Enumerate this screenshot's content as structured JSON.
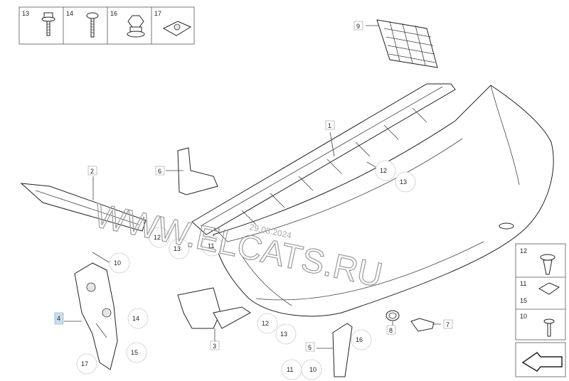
{
  "callouts": {
    "c1": "1",
    "c2": "2",
    "c3": "3",
    "c4": "4",
    "c5": "5",
    "c6": "6",
    "c7": "7",
    "c8": "8",
    "c9": "9",
    "c10a": "10",
    "c10b": "10",
    "c10c": "10",
    "c11a": "11",
    "c11b": "11",
    "c11c": "11",
    "c12a": "12",
    "c12b": "12",
    "c12c": "12",
    "c12d": "12",
    "c13a": "13",
    "c13b": "13",
    "c13c": "13",
    "c13d": "13",
    "c14a": "14",
    "c14b": "14",
    "c15a": "15",
    "c15b": "15",
    "c16a": "16",
    "c16b": "16",
    "c17a": "17",
    "c17b": "17"
  },
  "fastener_header": {
    "items": [
      "13",
      "14",
      "16",
      "17"
    ]
  },
  "fastener_legend": {
    "items": [
      "12",
      "11",
      "15",
      "10"
    ]
  },
  "watermark": {
    "site": "WWW.ELCATS.RU",
    "date": "29.08.2024"
  },
  "highlight_color": "#c9ddf2"
}
